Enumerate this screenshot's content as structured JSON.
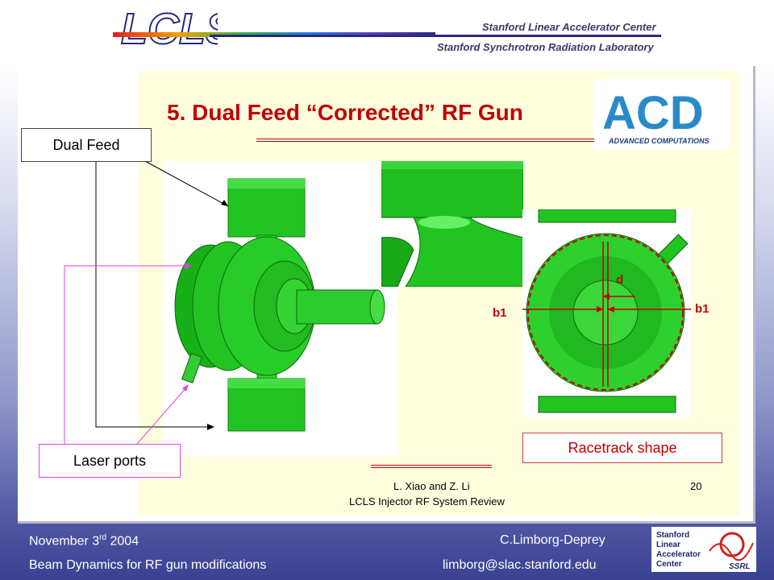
{
  "header": {
    "logo_text": "LCLS",
    "org1": "Stanford Linear Accelerator Center",
    "org2": "Stanford Synchrotron Radiation Laboratory"
  },
  "slide": {
    "title": "5. Dual Feed “Corrected” RF Gun",
    "acd_logo_letters": "ACD",
    "acd_logo_caption": "ADVANCED COMPUTATIONS",
    "label_dual_feed": "Dual Feed",
    "label_laser_ports": "Laser ports",
    "label_racetrack": "Racetrack shape",
    "dim_d": "d",
    "dim_b1_left": "b1",
    "dim_b1_right": "b1",
    "credit_line1": "L. Xiao and Z. Li",
    "credit_line2": "LCLS Injector RF System Review",
    "slide_number": "20"
  },
  "footer": {
    "date_prefix": "November 3",
    "date_sup": "rd",
    "date_suffix": " 2004",
    "subtitle": "Beam Dynamics for RF gun modifications",
    "author": "C.Limborg-Deprey",
    "email": "limborg@slac.stanford.edu",
    "slac_logo_lines": [
      "Stanford",
      "Linear",
      "Accelerator",
      "Center"
    ],
    "ssrl_text": "SSRL"
  },
  "colors": {
    "title_red": "#c00000",
    "model_green": "#22cc22",
    "footer_blue": "#3b4192",
    "slide_bg": "#ffffe0"
  }
}
